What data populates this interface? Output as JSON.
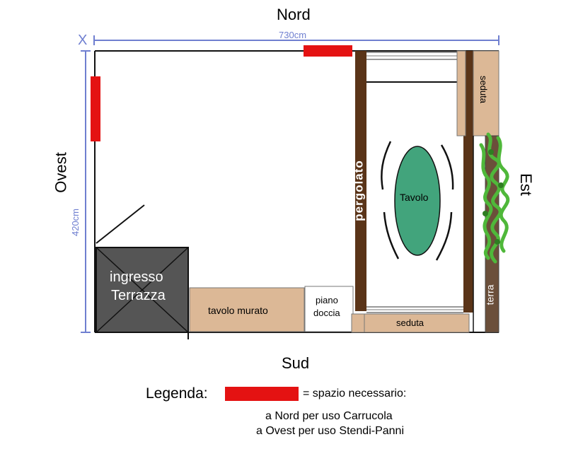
{
  "compass": {
    "north": "Nord",
    "south": "Sud",
    "east": "Est",
    "west": "Ovest"
  },
  "dimensions": {
    "width": "730cm",
    "depth": "420cm",
    "origin_mark": "X"
  },
  "rooms": {
    "entrance_line1": "ingresso",
    "entrance_line2": "Terrazza",
    "masonry_table": "tavolo murato",
    "shower_line1": "piano",
    "shower_line2": "doccia",
    "pergola": "pergolato",
    "table": "Tavolo",
    "bench_bottom": "seduta",
    "bench_right": "seduta",
    "soil": "terra"
  },
  "legend": {
    "title": "Legenda:",
    "swatch_text": "= spazio necessario:",
    "line_north": "a Nord per uso Carrucola",
    "line_west": "a Ovest per uso Stendi-Panni"
  },
  "colors": {
    "required_space": "#e41212",
    "wood_dark": "#5a3418",
    "furniture": "#dcb896",
    "entrance": "#555555",
    "table": "#42a47c",
    "plants": "#4fb83a",
    "dimension_line": "#6f7fd0"
  }
}
